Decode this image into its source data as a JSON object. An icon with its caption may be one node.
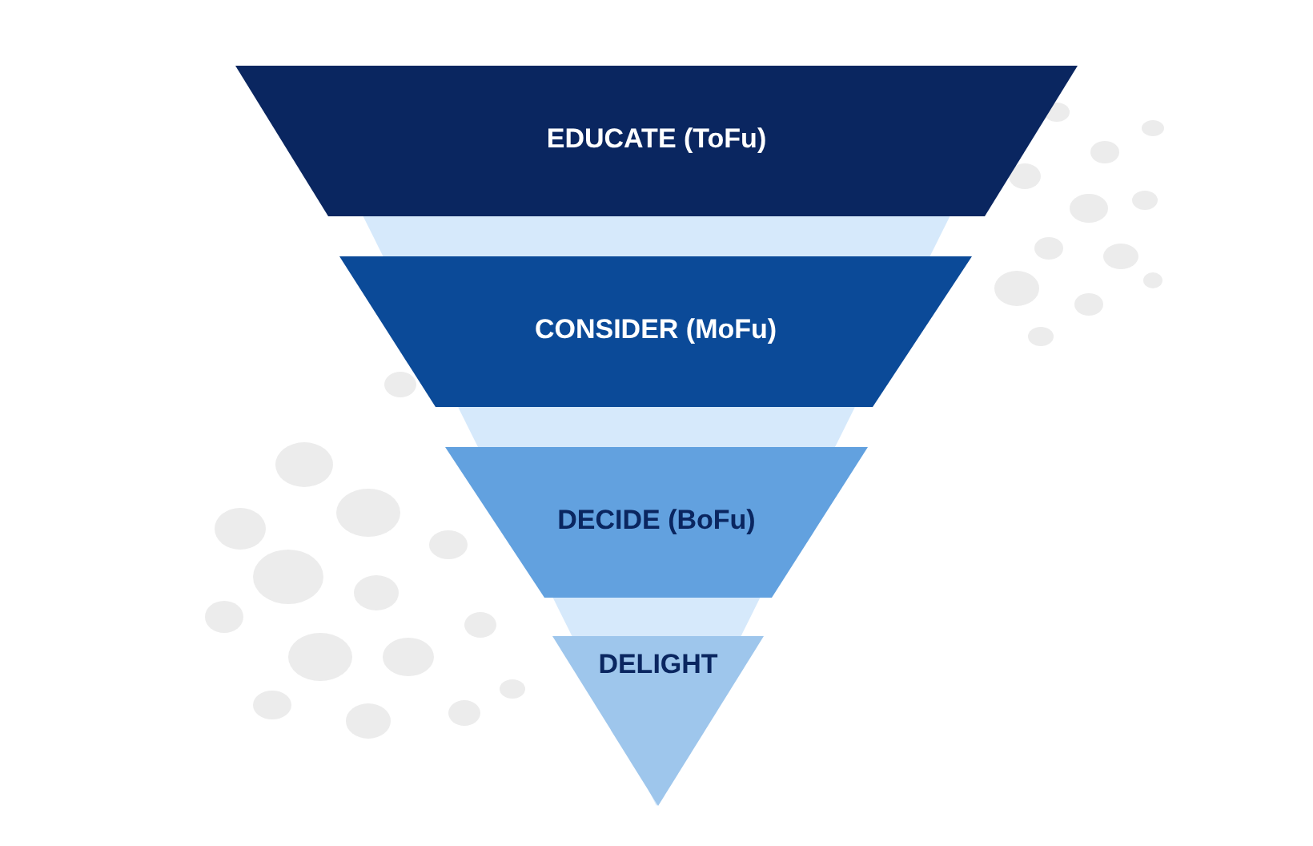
{
  "diagram": {
    "nodes": [
      {
        "text": [
          "EDUCATE (ToFu)"
        ]
      },
      {
        "text": [
          "CONSIDER (MoFu)"
        ]
      },
      {
        "text": [
          "DECIDE (BoFu)"
        ]
      },
      {
        "text": [
          "DELIGHT"
        ]
      }
    ]
  }
}
